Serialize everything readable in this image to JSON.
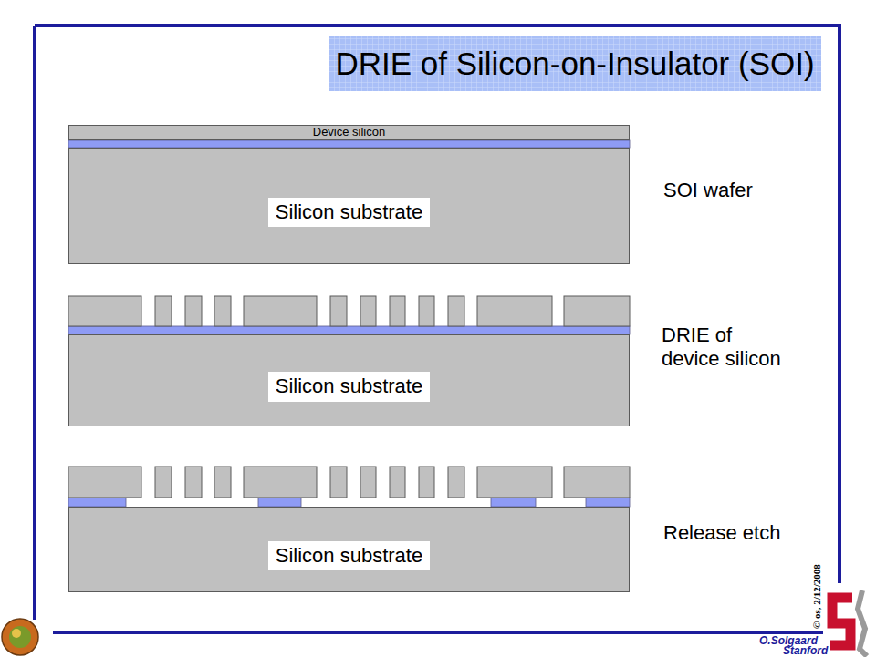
{
  "diagram": {
    "title": "DRIE of Silicon-on-Insulator (SOI)",
    "nodes": [
      {
        "text": [
          "Device silicon"
        ]
      },
      {
        "text": [
          "Silicon substrate"
        ]
      },
      {
        "text": [
          "Silicon substrate"
        ]
      },
      {
        "text": [
          "Silicon substrate"
        ]
      }
    ],
    "labels": [
      "SOI wafer",
      "DRIE of device silicon",
      "Release etch",
      "© os, 2/12/2008",
      "O.Solgaard",
      "Stanford"
    ]
  }
}
